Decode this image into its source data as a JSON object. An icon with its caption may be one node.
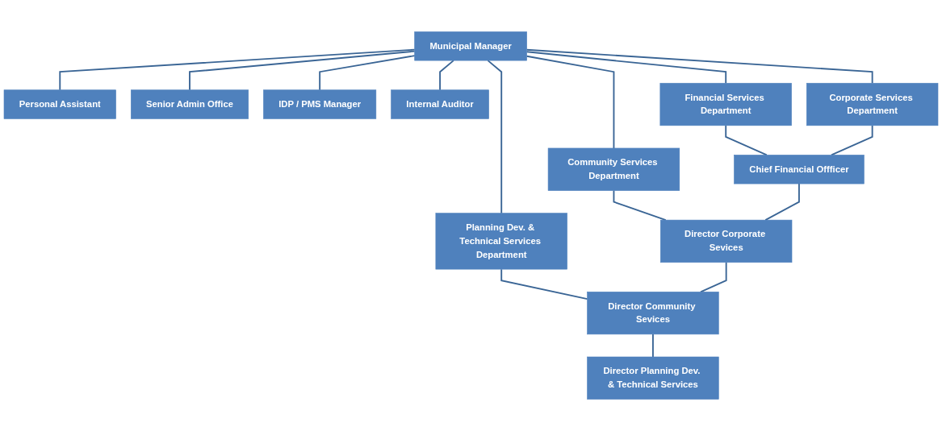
{
  "diagram": {
    "nodes": [
      {
        "text": [
          "Municipal Manager"
        ]
      },
      {
        "text": [
          "Personal Assistant"
        ]
      },
      {
        "text": [
          "Senior Admin Office"
        ]
      },
      {
        "text": [
          "IDP / PMS Manager"
        ]
      },
      {
        "text": [
          "Internal Auditor"
        ]
      },
      {
        "text": [
          "Financial Services Department"
        ]
      },
      {
        "text": [
          "Corporate Services Department"
        ]
      },
      {
        "text": [
          "Community Services Department"
        ]
      },
      {
        "text": [
          "Planning Dev. & Technical Services Department"
        ]
      },
      {
        "text": [
          "Chief Financial Offficer"
        ]
      },
      {
        "text": [
          "Director Corporate Sevices"
        ]
      },
      {
        "text": [
          "Director Community Sevices"
        ]
      },
      {
        "text": [
          "Director Planning Dev. & Technical Services"
        ]
      }
    ],
    "edges": [
      {
        "from": 0,
        "to": 1,
        "arrow": "none"
      },
      {
        "from": 0,
        "to": 2,
        "arrow": "none"
      },
      {
        "from": 0,
        "to": 3,
        "arrow": "none"
      },
      {
        "from": 0,
        "to": 4,
        "arrow": "none"
      },
      {
        "from": 0,
        "to": 5,
        "arrow": "none"
      },
      {
        "from": 0,
        "to": 6,
        "arrow": "none"
      },
      {
        "from": 0,
        "to": 7,
        "arrow": "none"
      },
      {
        "from": 0,
        "to": 8,
        "arrow": "none"
      },
      {
        "from": 5,
        "to": 9,
        "arrow": "none"
      },
      {
        "from": 6,
        "to": 9,
        "arrow": "none"
      },
      {
        "from": 7,
        "to": 10,
        "arrow": "none"
      },
      {
        "from": 8,
        "to": 11,
        "arrow": "none"
      },
      {
        "from": 9,
        "to": 10,
        "arrow": "none"
      },
      {
        "from": 10,
        "to": 11,
        "arrow": "none"
      },
      {
        "from": 11,
        "to": 12,
        "arrow": "none"
      }
    ]
  }
}
